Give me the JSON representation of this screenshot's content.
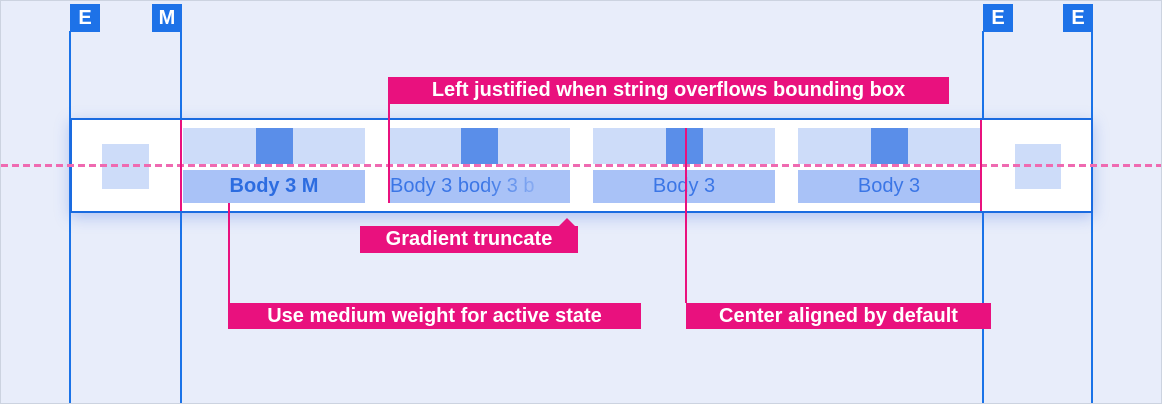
{
  "diagram": {
    "title_hint": "tab bar component spec",
    "margin_markers": [
      {
        "label": "E"
      },
      {
        "label": "M"
      },
      {
        "label": "E"
      },
      {
        "label": "E"
      }
    ],
    "tab_bar": {
      "tabs": [
        {
          "label": "Body 3 M",
          "state": "active"
        },
        {
          "label": "Body 3 body 3 b",
          "state": "overflow-truncated"
        },
        {
          "label": "Body 3",
          "state": "default"
        },
        {
          "label": "Body 3",
          "state": "default"
        }
      ]
    },
    "annotations": [
      {
        "text": "Left justified when string overflows bounding box"
      },
      {
        "text": "Gradient truncate"
      },
      {
        "text": "Use medium weight for active state"
      },
      {
        "text": "Center aligned by default"
      }
    ],
    "colors": {
      "background": "#e8edfa",
      "accent_blue": "#1a73e8",
      "band_border": "#1a6be0",
      "tab_rest_fill": "#cddcf9",
      "tab_label_fill": "#a9c2f7",
      "indicator_fill": "#5a8ee9",
      "tab_text_blue": "#2e6ee2",
      "annotation_pink": "#e9117e",
      "baseline_pink": "#ef6ab1"
    }
  }
}
